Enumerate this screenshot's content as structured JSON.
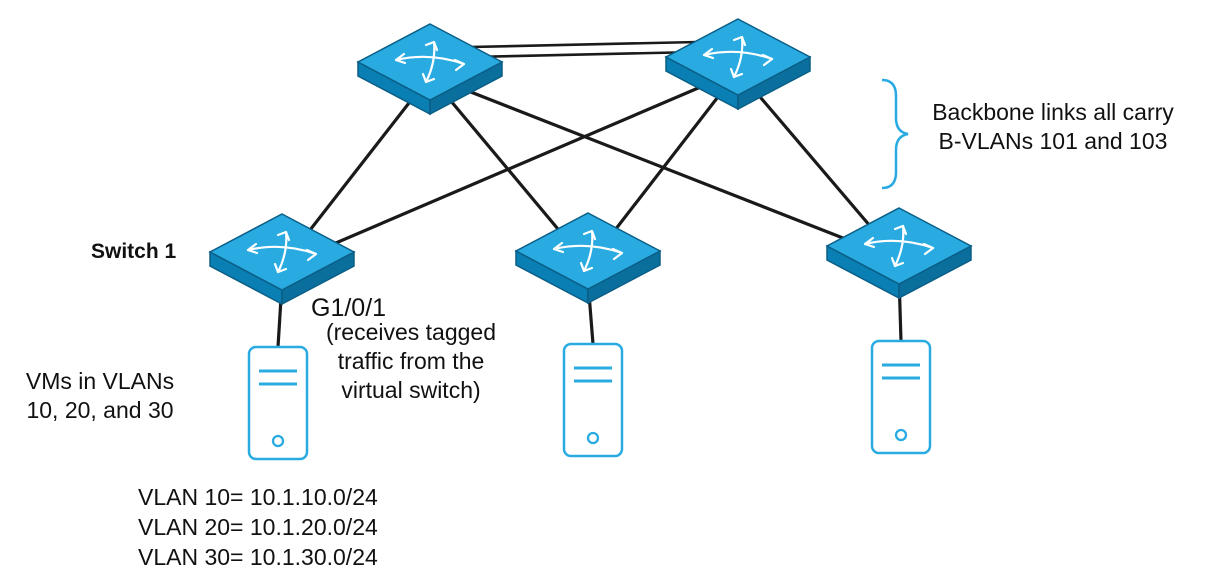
{
  "colors": {
    "switch_top": "#29abe2",
    "switch_side": "#0a7fb3",
    "switch_outline": "#0b5f86",
    "switch_arrows": "#ffffff",
    "link": "#1a1a1a",
    "server_outline": "#29abe2",
    "brace": "#29abe2",
    "text": "#111111"
  },
  "icons": {
    "switch": "network-switch-icon",
    "server": "server-icon",
    "brace": "right-brace-icon"
  },
  "labels": {
    "switch1": "Switch 1",
    "port": "G1/0/1",
    "port_note": [
      "(receives tagged",
      "traffic from the",
      "virtual switch)"
    ],
    "vms": [
      "VMs in VLANs",
      "10, 20, and 30"
    ],
    "backbone": [
      "Backbone  links all carry",
      "B-VLANs 101 and 103"
    ],
    "vlans": [
      "VLAN 10= 10.1.10.0/24",
      "VLAN 20= 10.1.20.0/24",
      "VLAN 30= 10.1.30.0/24"
    ]
  }
}
